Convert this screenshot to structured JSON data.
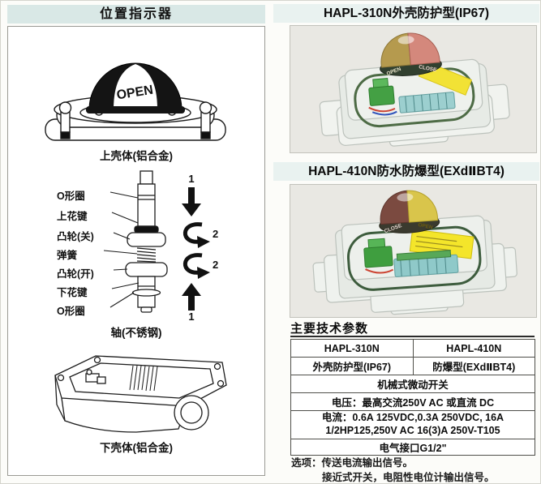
{
  "left": {
    "title": "位置指示器",
    "fig1_caption": "上壳体(铝合金)",
    "fig1_dome_text": "OPEN",
    "fig2_labels": [
      "O形圈",
      "上花键",
      "凸轮(关)",
      "弹簧",
      "凸轮(开)",
      "下花键",
      "O形圈"
    ],
    "fig2_arrows": [
      "1",
      "2",
      "2",
      "1"
    ],
    "fig2_caption": "轴(不锈钢)",
    "fig3_caption": "下壳体(铝合金)"
  },
  "right": {
    "section1_title": "HAPL-310N外壳防护型(IP67)",
    "photo1": {
      "dome_left_label": "OPEN",
      "dome_right_label": "CLOSE"
    },
    "section2_title": "HAPL-410N防水防爆型(EXdⅡBT4)",
    "photo2": {
      "dome_left_label": "CLOSE",
      "dome_right_label": "OPEN"
    },
    "specs_heading": "主要技术参数",
    "table": {
      "r1c1": "HAPL-310N",
      "r1c2": "HAPL-410N",
      "r2c1": "外壳防护型(IP67)",
      "r2c2": "防爆型(EXdⅡBT4)",
      "r3": "机械式微动开关",
      "r4": "电压：最高交流250V AC 或直流 DC",
      "r5a": "电流：0.6A 125VDC,0.3A  250VDC, 16A",
      "r5b": "1/2HP125,250V AC 16(3)A 250V-T105",
      "r6": "电气接口G1/2\""
    },
    "options_line1": "选项：传送电流输出信号。",
    "options_line2": "接近式开关，电阻性电位计输出信号。"
  },
  "colors": {
    "left_title_bar": "#d9e8e6",
    "right_title_bar": "#e9f2f0",
    "photo_background": "#e9e8e3",
    "dome_gold": "#b59a4e",
    "dome_red": "#d4887c",
    "dome_brown": "#7b4a40",
    "dome_yellow": "#d9c54b",
    "label_yellow": "#f2e235",
    "terminal_green": "#44a044",
    "strip_teal": "#9ccfcf"
  }
}
